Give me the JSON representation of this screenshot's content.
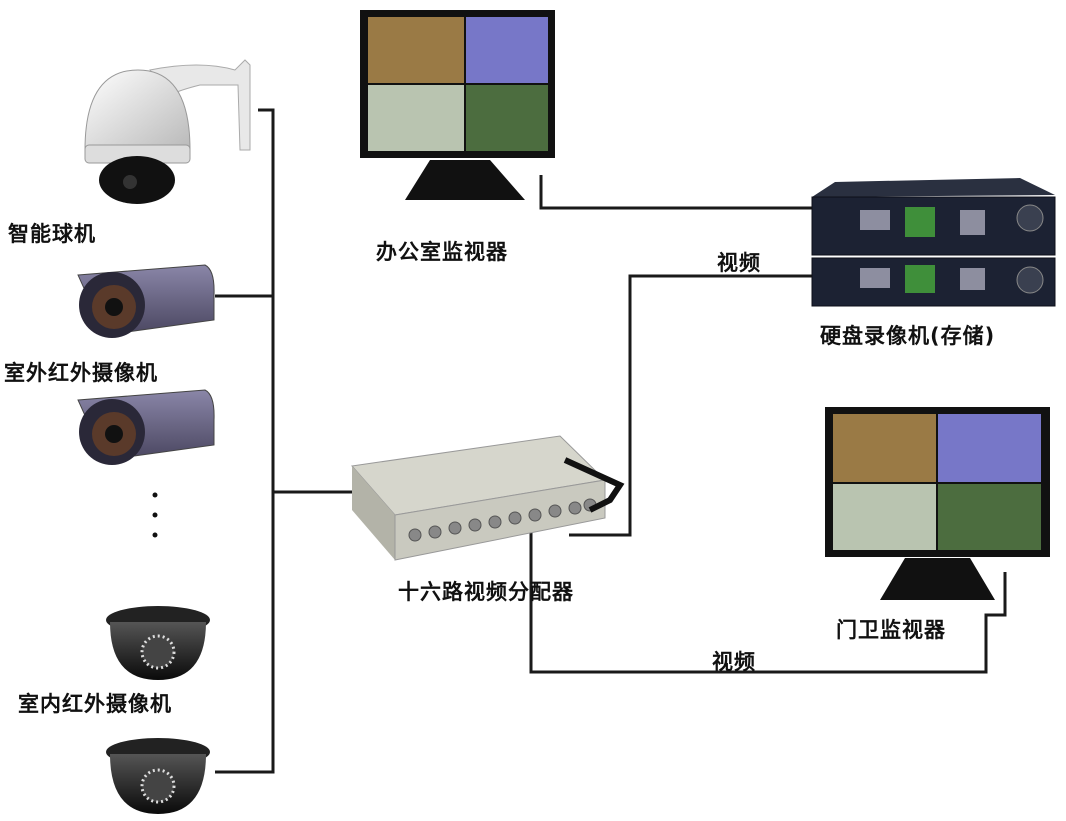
{
  "devices": {
    "ptz_camera": {
      "label": "智能球机"
    },
    "outdoor_ir_camera": {
      "label": "室外红外摄像机"
    },
    "indoor_ir_camera": {
      "label": "室内红外摄像机"
    },
    "office_monitor": {
      "label": "办公室监视器"
    },
    "dvr": {
      "label": "硬盘录像机(存储)"
    },
    "splitter": {
      "label": "十六路视频分配器"
    },
    "gate_monitor": {
      "label": "门卫监视器"
    }
  },
  "connections": {
    "splitter_to_dvr": {
      "label": "视频"
    },
    "splitter_to_gate_monitor": {
      "label": "视频"
    }
  },
  "colors": {
    "line": "#1a1a1a",
    "dvr_body": "#1c2233",
    "dvr_screen": "#3f8f3a",
    "splitter_body": "#c9c9bf"
  }
}
